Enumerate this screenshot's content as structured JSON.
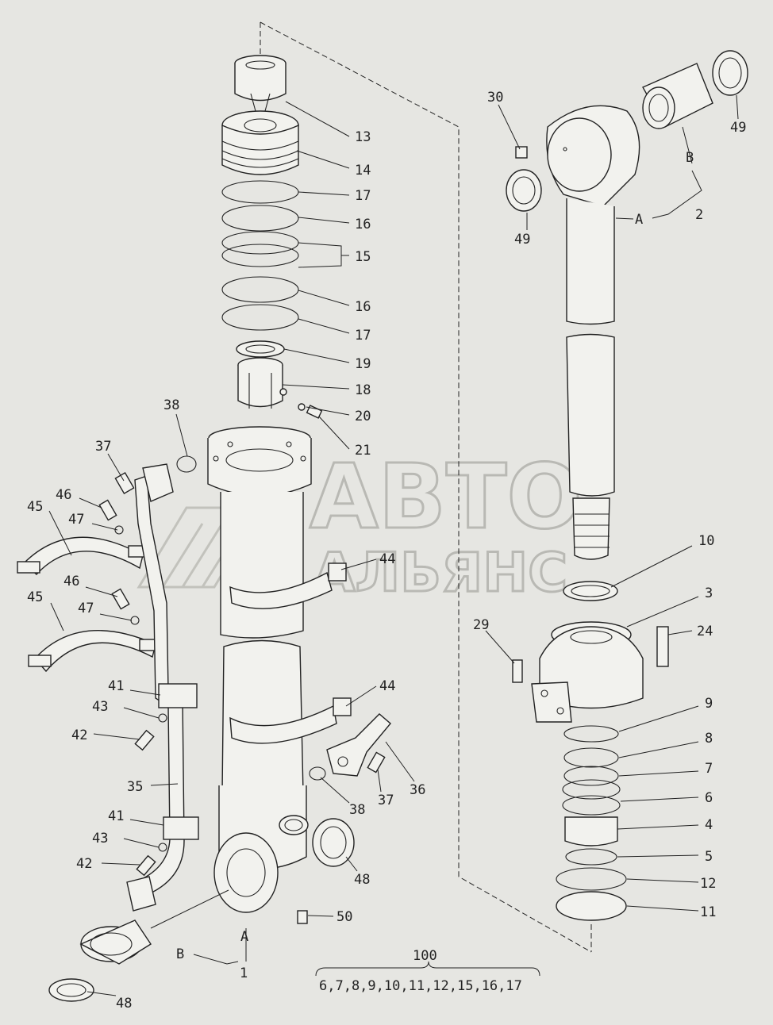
{
  "watermark": {
    "line1": "АВТО",
    "line2": "АЛЬЯНС"
  },
  "callouts": {
    "c13": "13",
    "c14": "14",
    "c17a": "17",
    "c16a": "16",
    "c15": "15",
    "c16b": "16",
    "c17b": "17",
    "c19": "19",
    "c18": "18",
    "c20": "20",
    "c21": "21",
    "c38a": "38",
    "c37a": "37",
    "c46a": "46",
    "c45a": "45",
    "c47a": "47",
    "c44a": "44",
    "c46b": "46",
    "c45b": "45",
    "c47b": "47",
    "c41a": "41",
    "c43a": "43",
    "c42a": "42",
    "c44b": "44",
    "c35": "35",
    "c36": "36",
    "c37b": "37",
    "c38b": "38",
    "c41b": "41",
    "c43b": "43",
    "c42b": "42",
    "c48a": "48",
    "c50": "50",
    "c48b": "48",
    "cA1": "A",
    "cB1": "B",
    "c1": "1",
    "c30": "30",
    "c49a": "49",
    "c49b": "49",
    "cB2": "B",
    "cA2": "A",
    "c2": "2",
    "c10": "10",
    "c3": "3",
    "c29": "29",
    "c24": "24",
    "c9": "9",
    "c8": "8",
    "c7": "7",
    "c6": "6",
    "c4": "4",
    "c5": "5",
    "c12": "12",
    "c11": "11"
  },
  "kit": {
    "number": "100",
    "parts": "6,7,8,9,10,11,12,15,16,17"
  }
}
